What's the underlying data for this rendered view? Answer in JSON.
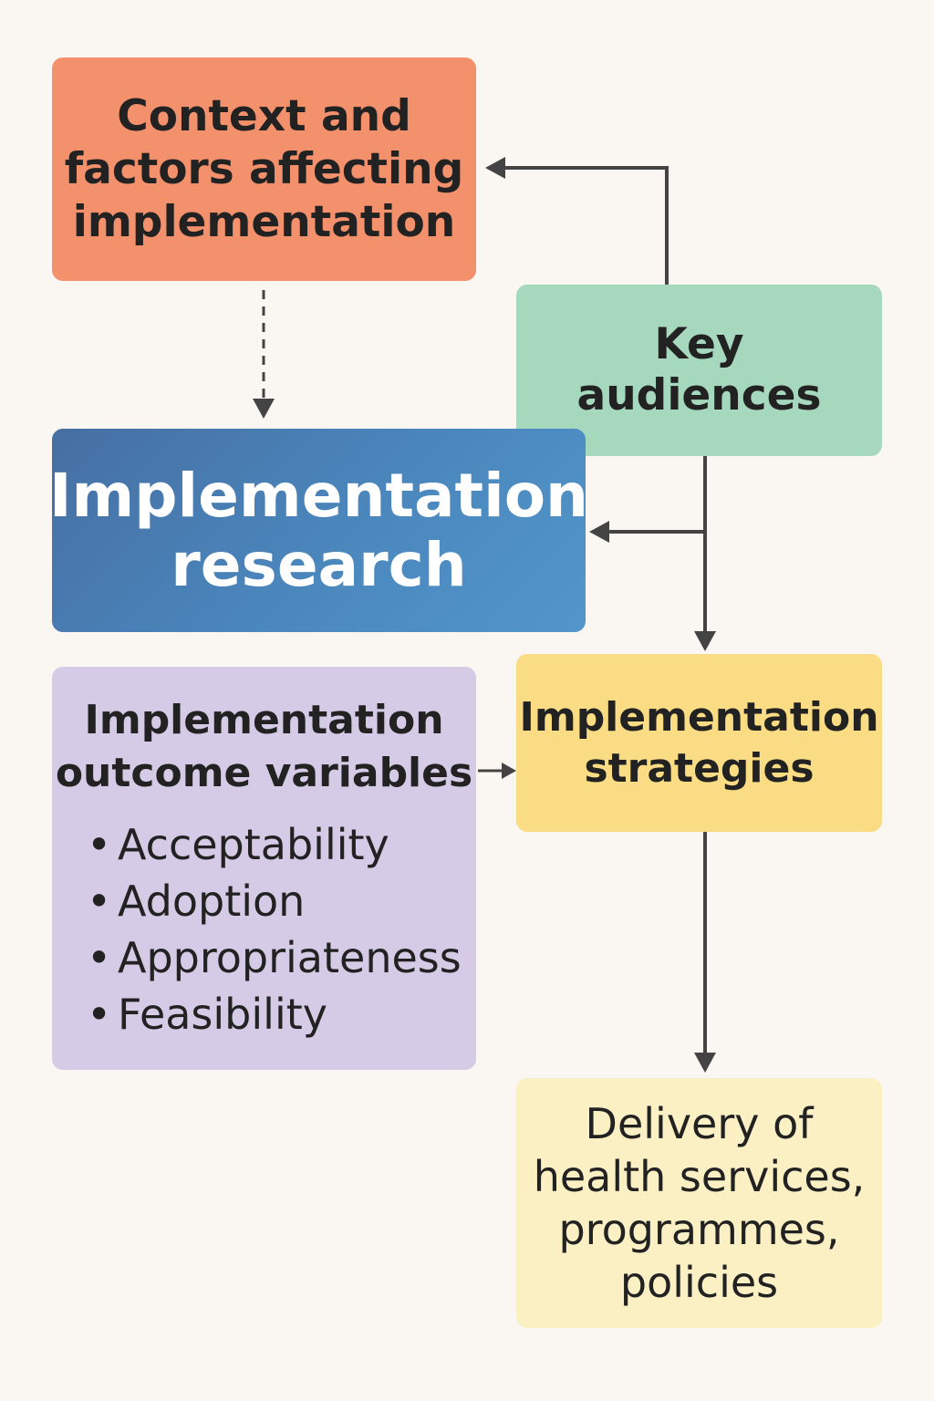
{
  "diagram": {
    "nodes": {
      "context": {
        "lines": [
          "Context and",
          "factors affecting",
          "implementation"
        ],
        "color": "#f4916d"
      },
      "audiences": {
        "lines": [
          "Key",
          "audiences"
        ],
        "color": "#a6d8bd"
      },
      "research": {
        "lines": [
          "Implementation",
          "research"
        ],
        "color": "#4a87bd"
      },
      "outcomes": {
        "title_lines": [
          "Implementation",
          "outcome variables"
        ],
        "items": [
          "Acceptability",
          "Adoption",
          "Appropriateness",
          "Feasibility"
        ],
        "bullet": "•",
        "color": "#d6cbe6"
      },
      "strategies": {
        "lines": [
          "Implementation",
          "strategies"
        ],
        "color": "#f9dc83"
      },
      "delivery": {
        "lines": [
          "Delivery of",
          "health services,",
          "programmes,",
          "policies"
        ],
        "color": "#fbefc4"
      }
    },
    "edges": [
      {
        "from": "audiences",
        "to": "context",
        "style": "solid"
      },
      {
        "from": "context",
        "to": "research",
        "style": "dashed"
      },
      {
        "from": "audiences",
        "to": "research",
        "style": "solid"
      },
      {
        "from": "audiences",
        "to": "strategies",
        "style": "solid"
      },
      {
        "from": "outcomes",
        "to": "strategies",
        "style": "solid"
      },
      {
        "from": "strategies",
        "to": "delivery",
        "style": "solid"
      }
    ],
    "arrow_color": "#444444"
  }
}
